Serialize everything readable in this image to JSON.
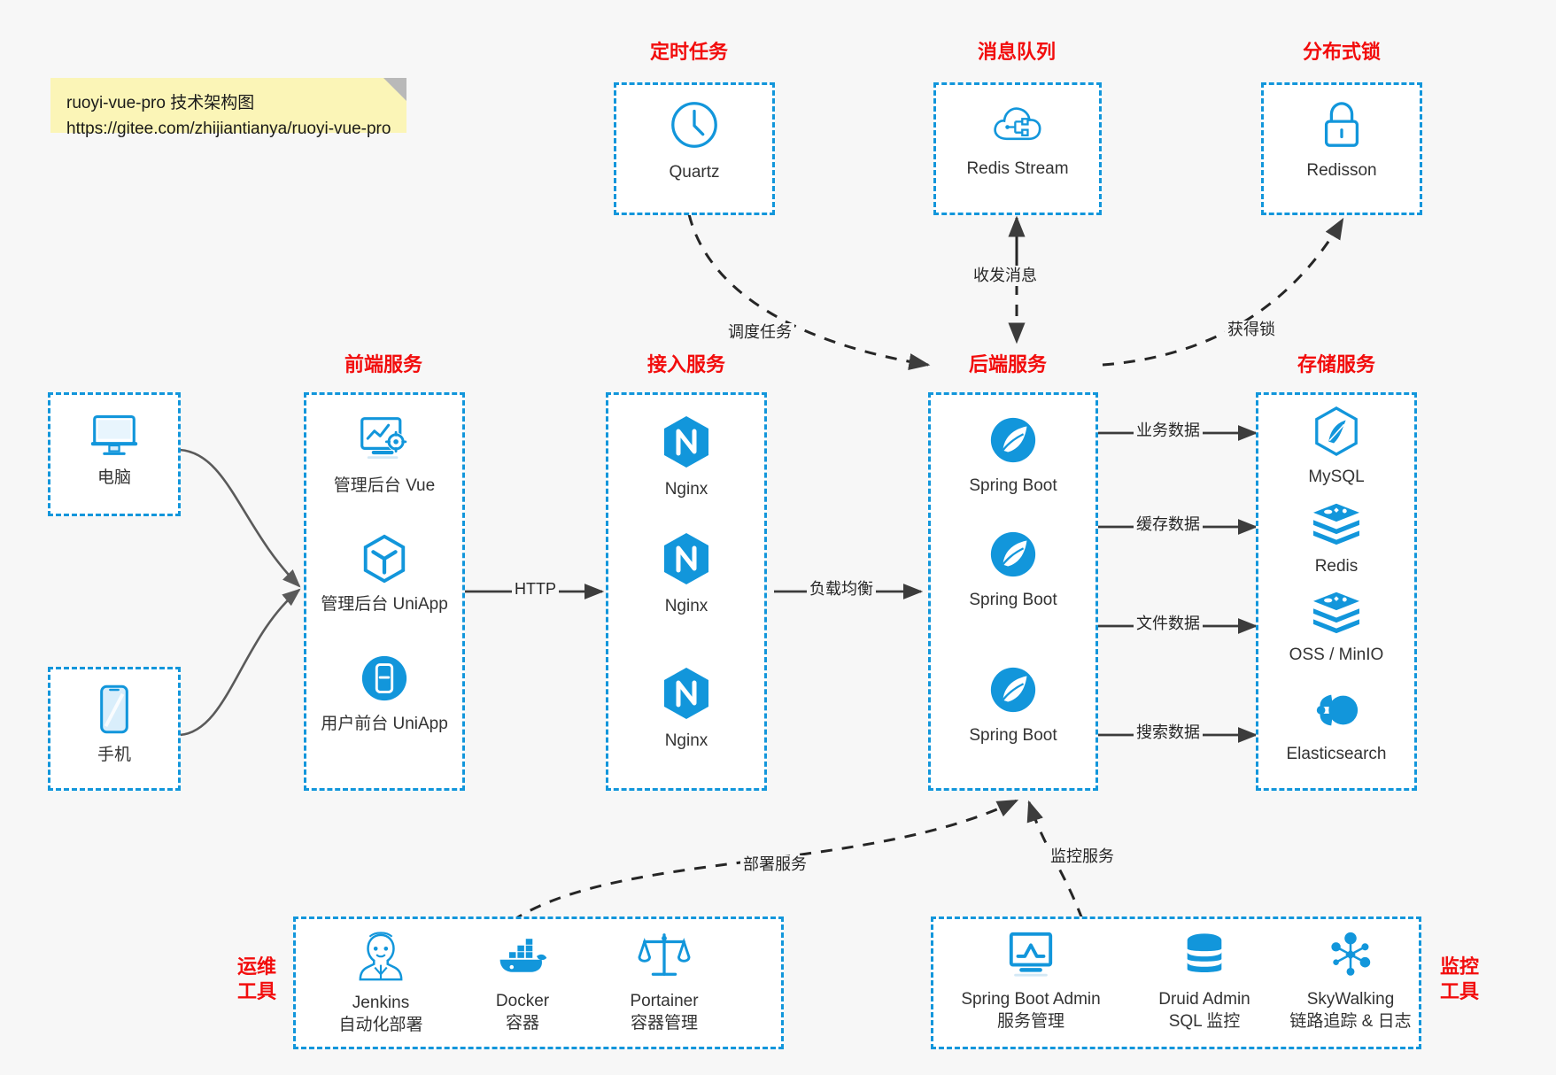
{
  "note": {
    "line1": "ruoyi-vue-pro 技术架构图",
    "line2": "https://gitee.com/zhijiantianya/ruoyi-vue-pro"
  },
  "colors": {
    "accent": "#1296db",
    "group_title": "#f20d0d",
    "caption": "#333333",
    "edge": "#3c3c3c",
    "note_bg": "#fbf5b7",
    "canvas_bg": "#f7f7f7"
  },
  "groups": {
    "scheduler": {
      "title": "定时任务"
    },
    "mq": {
      "title": "消息队列"
    },
    "lock": {
      "title": "分布式锁"
    },
    "frontend": {
      "title": "前端服务"
    },
    "gateway": {
      "title": "接入服务"
    },
    "backend": {
      "title": "后端服务"
    },
    "storage": {
      "title": "存储服务"
    },
    "devops": {
      "title": "运维\n工具",
      "line1": "运维",
      "line2": "工具"
    },
    "monitor": {
      "title": "监控\n工具",
      "line1": "监控",
      "line2": "工具"
    }
  },
  "nodes": {
    "quartz": {
      "label": "Quartz",
      "icon": "clock-icon"
    },
    "redis_stream": {
      "label": "Redis Stream",
      "icon": "cloud-nodes-icon"
    },
    "redisson": {
      "label": "Redisson",
      "icon": "lock-icon"
    },
    "computer": {
      "label": "电脑",
      "icon": "monitor-icon"
    },
    "phone": {
      "label": "手机",
      "icon": "smartphone-icon"
    },
    "admin_vue": {
      "label": "管理后台 Vue",
      "icon": "dashboard-gear-icon"
    },
    "admin_uniapp": {
      "label": "管理后台 UniApp",
      "icon": "uniapp-hexagon-icon"
    },
    "user_uniapp": {
      "label": "用户前台 UniApp",
      "icon": "mobile-circle-icon"
    },
    "nginx1": {
      "label": "Nginx",
      "icon": "nginx-icon"
    },
    "nginx2": {
      "label": "Nginx",
      "icon": "nginx-icon"
    },
    "nginx3": {
      "label": "Nginx",
      "icon": "nginx-icon"
    },
    "spring_boot1": {
      "label": "Spring Boot",
      "icon": "spring-leaf-icon"
    },
    "spring_boot2": {
      "label": "Spring Boot",
      "icon": "spring-leaf-icon"
    },
    "spring_boot3": {
      "label": "Spring Boot",
      "icon": "spring-leaf-icon"
    },
    "mysql": {
      "label": "MySQL",
      "icon": "mysql-dolphin-icon"
    },
    "redis": {
      "label": "Redis",
      "icon": "redis-stack-icon"
    },
    "oss": {
      "label": "OSS / MinIO",
      "icon": "oss-stack-icon"
    },
    "elasticsearch": {
      "label": "Elasticsearch",
      "icon": "elasticsearch-icon"
    },
    "jenkins": {
      "label": "Jenkins",
      "sub": "自动化部署",
      "icon": "jenkins-butler-icon"
    },
    "docker": {
      "label": "Docker",
      "sub": "容器",
      "icon": "docker-whale-icon"
    },
    "portainer": {
      "label": "Portainer",
      "sub": "容器管理",
      "icon": "scales-icon"
    },
    "sba": {
      "label": "Spring Boot Admin",
      "sub": "服务管理",
      "icon": "monitor-chart-icon"
    },
    "druid": {
      "label": "Druid Admin",
      "sub": "SQL 监控",
      "icon": "database-icon"
    },
    "skywalking": {
      "label": "SkyWalking",
      "sub": "链路追踪 & 日志",
      "icon": "skywalking-nodes-icon"
    }
  },
  "edges": {
    "schedule_task": "调度任务",
    "send_receive_msg": "收发消息",
    "acquire_lock": "获得锁",
    "http": "HTTP",
    "load_balance": "负载均衡",
    "business_data": "业务数据",
    "cache_data": "缓存数据",
    "file_data": "文件数据",
    "search_data": "搜索数据",
    "deploy_service": "部署服务",
    "monitor_service": "监控服务"
  }
}
